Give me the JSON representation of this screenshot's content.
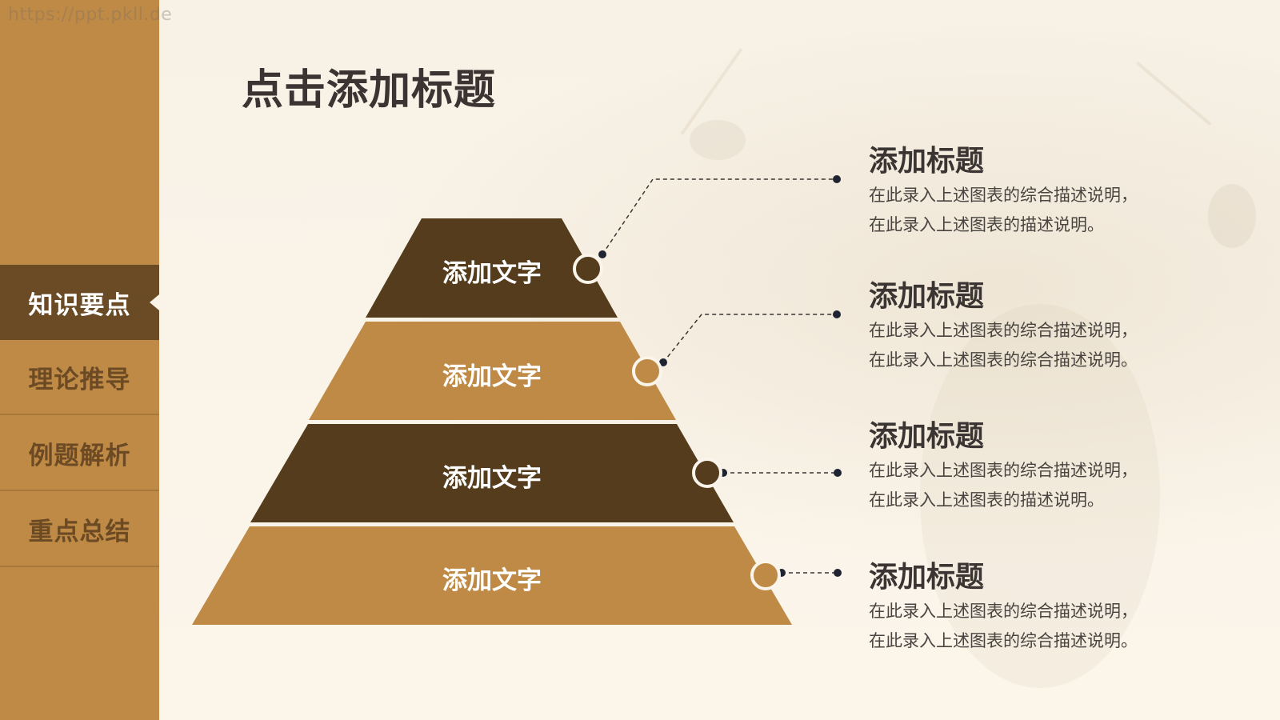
{
  "watermark": "https://ppt.pkll.de",
  "page_title": "点击添加标题",
  "sidebar": {
    "items": [
      {
        "label": "知识要点",
        "active": true
      },
      {
        "label": "理论推导",
        "active": false
      },
      {
        "label": "例题解析",
        "active": false
      },
      {
        "label": "重点总结",
        "active": false
      }
    ]
  },
  "pyramid": {
    "tiers": [
      {
        "label": "添加文字",
        "color": "#543c1d"
      },
      {
        "label": "添加文字",
        "color": "#bf8a45"
      },
      {
        "label": "添加文字",
        "color": "#543c1d"
      },
      {
        "label": "添加文字",
        "color": "#bf8a45"
      }
    ]
  },
  "callouts": [
    {
      "title": "添加标题",
      "line1": "在此录入上述图表的综合描述说明，",
      "line2": "在此录入上述图表的描述说明。"
    },
    {
      "title": "添加标题",
      "line1": "在此录入上述图表的综合描述说明，",
      "line2": "在此录入上述图表的综合描述说明。"
    },
    {
      "title": "添加标题",
      "line1": "在此录入上述图表的综合描述说明，",
      "line2": "在此录入上述图表的描述说明。"
    },
    {
      "title": "添加标题",
      "line1": "在此录入上述图表的综合描述说明，",
      "line2": "在此录入上述图表的综合描述说明。"
    }
  ],
  "colors": {
    "sidebar": "#bf8a45",
    "sidebar_active": "#6a4b25",
    "dark_tier": "#543c1d",
    "light_tier": "#bf8a45",
    "background": "#f9f3e8",
    "connector_dot": "#1f2433",
    "title_text": "#3a3533"
  }
}
